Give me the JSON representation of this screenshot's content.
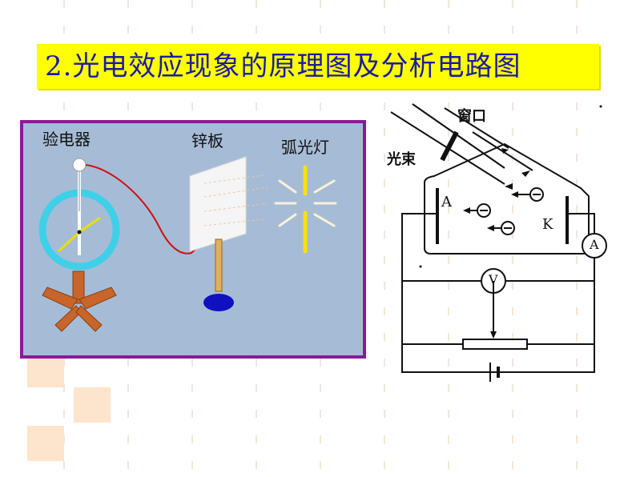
{
  "title": "2.光电效应现象的原理图及分析电路图",
  "experiment": {
    "electroscope_label": "验电器",
    "zinc_plate_label": "锌板",
    "arc_lamp_label": "弧光灯"
  },
  "circuit": {
    "window_label": "窗口",
    "light_beam_label": "光束",
    "anode_label": "A",
    "cathode_label": "K",
    "ammeter_label": "A",
    "voltmeter_label": "V",
    "electron_symbol": "◀⊖"
  },
  "colors": {
    "title_background": "#ffff00",
    "title_text": "#1a1aa8",
    "panel_background": "#a6bcd6",
    "panel_border": "#8a1a9a",
    "electroscope_ring": "#3fd0e8",
    "stand": "#c8652a",
    "lamp": "#ffe000"
  }
}
